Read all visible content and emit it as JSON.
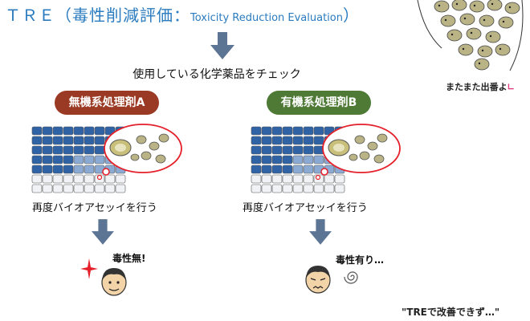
{
  "title": {
    "main": "ＴＲＥ（毒性削減評価：",
    "sub": "Toxicity Reduction Evaluation",
    "close": "）"
  },
  "check_label": "使用している化学薬品をチェック",
  "agents": {
    "a_label": "無機系処理剤A",
    "b_label": "有機系処理剤B"
  },
  "bioassay": {
    "a_label": "再度バイオアセッイを行う",
    "b_label": "再度バイオアセッイを行う"
  },
  "results": {
    "a_label": "毒性無!",
    "b_label": "毒性有り…"
  },
  "side_note": {
    "text": "またまた出番よ",
    "mark": "∟"
  },
  "footer_note": "\"TREで改善できず…\"",
  "colors": {
    "title": "#2a7bbf",
    "agent_a": "#9b3a24",
    "agent_b": "#4e7a35",
    "arrow": "#5d7594",
    "container_blue": "#2f63a6",
    "sparkle": "#e5202a",
    "again_mark": "#e0337a"
  },
  "icons": [
    "down-arrow-icon",
    "container-rack-icon",
    "fish-bubble-icon",
    "fish-school-icon",
    "sparkle-icon",
    "swirl-icon",
    "face-happy-icon",
    "face-worried-icon"
  ]
}
